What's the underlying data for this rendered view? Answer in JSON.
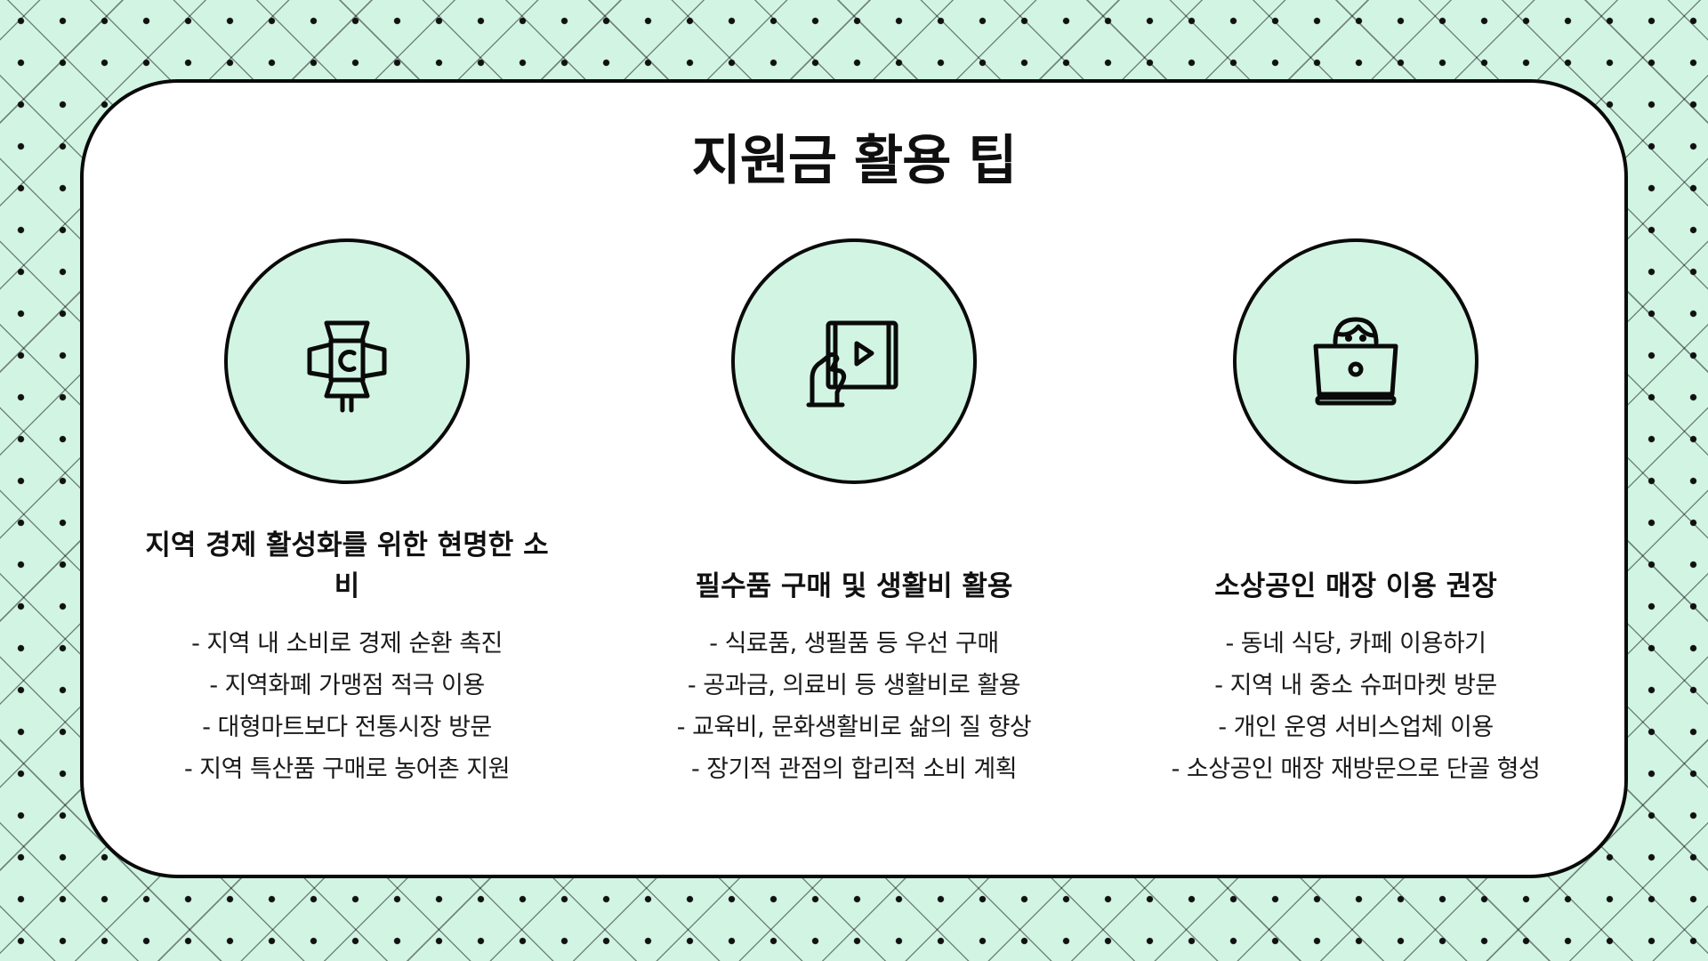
{
  "slide": {
    "title": "지원금 활용 팁",
    "colors": {
      "background": "#d2f5e3",
      "card": "#ffffff",
      "circle_fill": "#d2f5e3",
      "ink": "#0a0a0a"
    },
    "columns": [
      {
        "icon": "spotlight-icon",
        "heading": "지역 경제 활성화를 위한 현명한 소비",
        "items": [
          "- 지역 내 소비로 경제 순환 촉진",
          "- 지역화폐 가맹점 적극 이용",
          "- 대형마트보다 전통시장 방문",
          "- 지역 특산품 구매로 농어촌 지원"
        ]
      },
      {
        "icon": "tablet-video-icon",
        "heading": "필수품 구매 및 생활비 활용",
        "items": [
          "- 식료품, 생필품 등 우선 구매",
          "- 공과금, 의료비 등 생활비로 활용",
          "- 교육비, 문화생활비로 삶의 질 향상",
          "- 장기적 관점의 합리적 소비 계획"
        ]
      },
      {
        "icon": "laptop-user-icon",
        "heading": "소상공인 매장 이용 권장",
        "items": [
          "- 동네 식당, 카페 이용하기",
          "- 지역 내 중소 슈퍼마켓 방문",
          "- 개인 운영 서비스업체 이용",
          "- 소상공인 매장 재방문으로 단골 형성"
        ]
      }
    ]
  }
}
